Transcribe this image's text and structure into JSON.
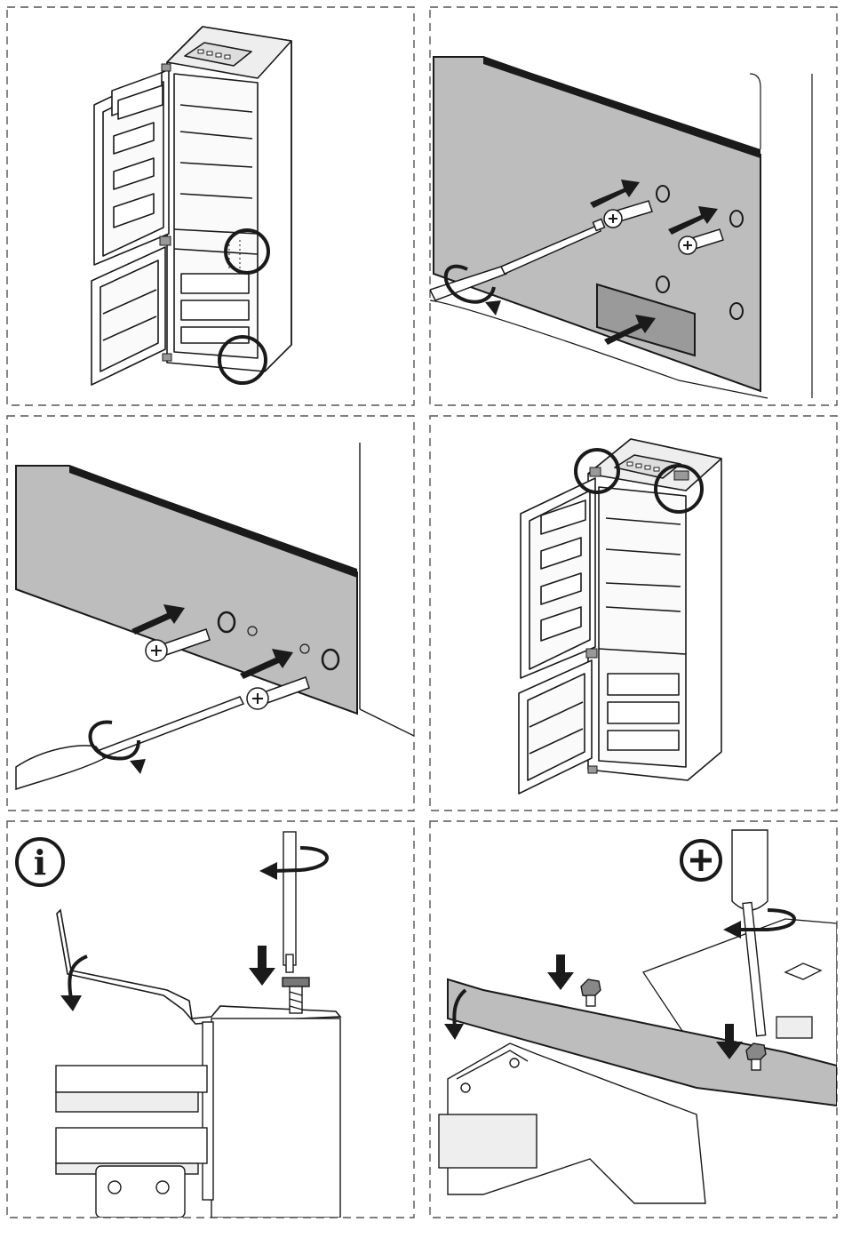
{
  "panels": [
    {
      "id": "step-1",
      "name": "fridge-hinge-overview"
    },
    {
      "id": "step-2",
      "name": "panel-screws-back"
    },
    {
      "id": "step-3",
      "name": "panel-screws-front"
    },
    {
      "id": "step-4",
      "name": "fridge-top-hinges-overview"
    },
    {
      "id": "step-5",
      "name": "hinge-bracket-info",
      "badge_icon": "info-icon",
      "badge_text": "i"
    },
    {
      "id": "step-6",
      "name": "hinge-bracket-tighten",
      "badge_icon": "plus-icon"
    }
  ],
  "colors": {
    "line": "#1a1a1a",
    "panel_gray": "#bdbdbd",
    "light_gray": "#e6e6e6",
    "dash": "#555555"
  }
}
